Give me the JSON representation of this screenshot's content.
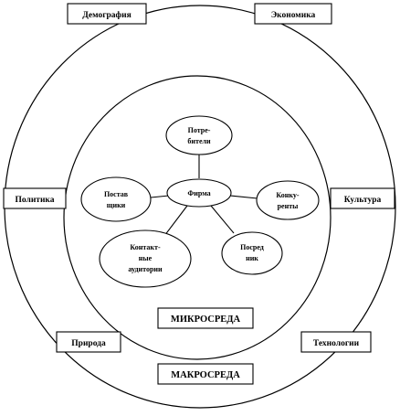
{
  "macro": {
    "title": "МАКРОСРЕДА",
    "factors": {
      "demography": "Демография",
      "economy": "Экономика",
      "politics": "Политика",
      "culture": "Культура",
      "nature": "Природа",
      "technology": "Технологии"
    }
  },
  "micro": {
    "title": "МИКРОСРЕДА",
    "center": "Фирма",
    "nodes": {
      "consumers": [
        "Потре-",
        "бители"
      ],
      "suppliers": [
        "Постав",
        "щики"
      ],
      "competitors": [
        "Конку-",
        "ренты"
      ],
      "contact_audiences": [
        "Контакт-",
        "ные",
        "аудитории"
      ],
      "intermediaries": [
        "Посред",
        "ник"
      ]
    }
  }
}
